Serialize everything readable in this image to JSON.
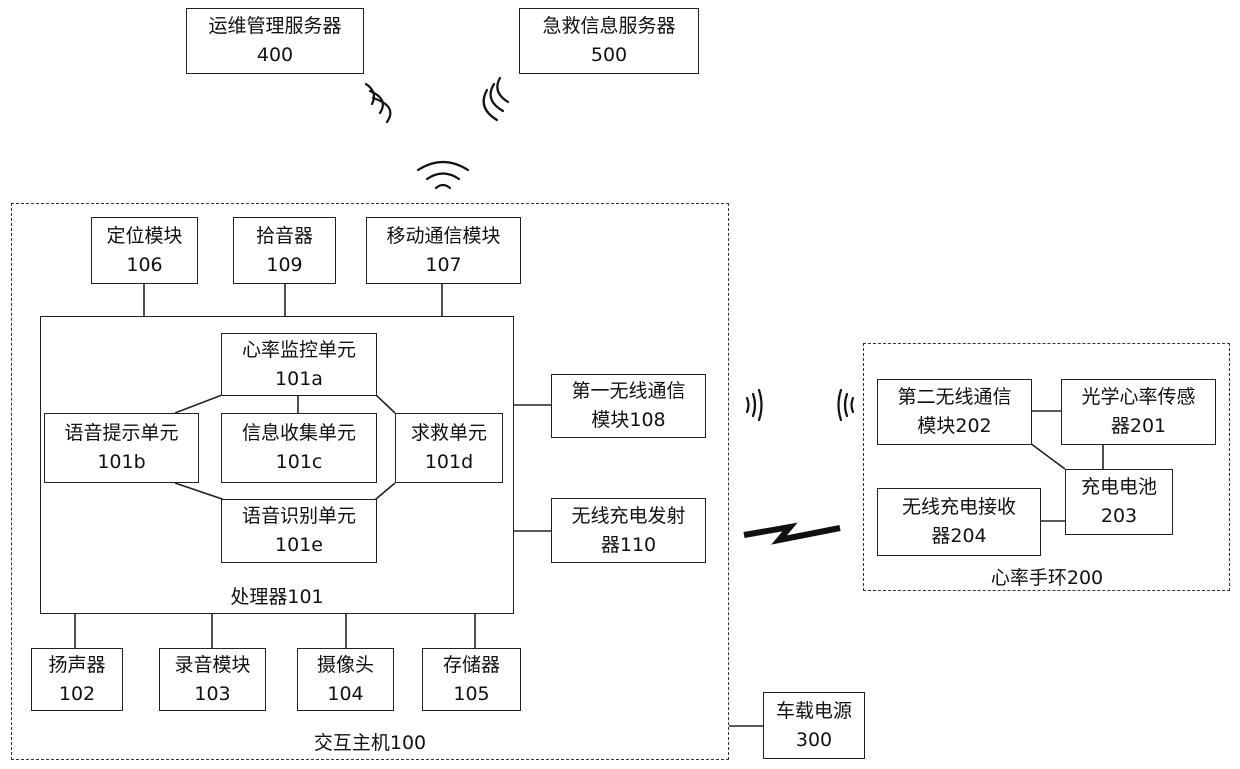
{
  "servers": {
    "ops": {
      "name": "运维管理服务器",
      "id": "400"
    },
    "rescue": {
      "name": "急救信息服务器",
      "id": "500"
    }
  },
  "host": {
    "caption": "交互主机100",
    "modules": {
      "positioning": {
        "name": "定位模块",
        "id": "106"
      },
      "pickup": {
        "name": "拾音器",
        "id": "109"
      },
      "mobile_comm": {
        "name": "移动通信模块",
        "id": "107"
      },
      "wireless1": {
        "name": "第一无线通信",
        "id": "模块108"
      },
      "charger_tx": {
        "name": "无线充电发射",
        "id": "器110"
      },
      "speaker": {
        "name": "扬声器",
        "id": "102"
      },
      "recorder": {
        "name": "录音模块",
        "id": "103"
      },
      "camera": {
        "name": "摄像头",
        "id": "104"
      },
      "storage": {
        "name": "存储器",
        "id": "105"
      }
    },
    "processor": {
      "caption": "处理器101",
      "units": {
        "heart_monitor": {
          "name": "心率监控单元",
          "id": "101a"
        },
        "voice_prompt": {
          "name": "语音提示单元",
          "id": "101b"
        },
        "info_collect": {
          "name": "信息收集单元",
          "id": "101c"
        },
        "rescue": {
          "name": "求救单元",
          "id": "101d"
        },
        "voice_recog": {
          "name": "语音识别单元",
          "id": "101e"
        }
      }
    }
  },
  "band": {
    "caption": "心率手环200",
    "modules": {
      "wireless2": {
        "name": "第二无线通信",
        "id": "模块202"
      },
      "optical": {
        "name": "光学心率传感",
        "id": "器201"
      },
      "battery": {
        "name": "充电电池",
        "id": "203"
      },
      "charger_rx": {
        "name": "无线充电接收",
        "id": "器204"
      }
    }
  },
  "power": {
    "name": "车载电源",
    "id": "300"
  }
}
